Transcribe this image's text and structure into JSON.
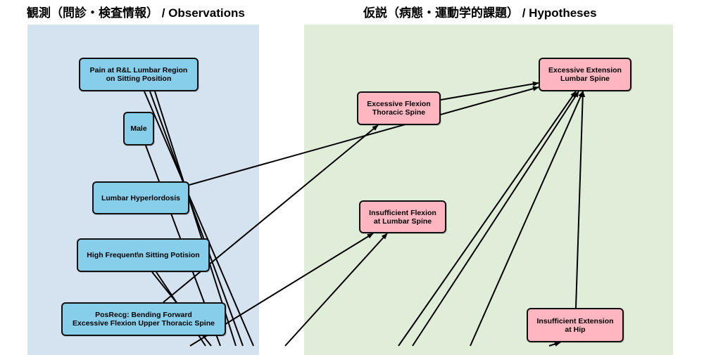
{
  "headers": {
    "observations": "観測（問診・検査情報） / Observations",
    "hypotheses": "仮説（病態・運動学的課題） / Hypotheses"
  },
  "colors": {
    "observation_panel": "#d5e3f0",
    "hypothesis_panel": "#e0edd8",
    "observation_node": "#87ceeb",
    "hypothesis_node": "#ffb6c1",
    "edge": "#000000"
  },
  "observations": [
    {
      "id": "pain",
      "label": "Pain at R&L Lumbar Region\non Sitting Position"
    },
    {
      "id": "male",
      "label": "Male"
    },
    {
      "id": "hyperlordosis",
      "label": "Lumbar Hyperlordosis"
    },
    {
      "id": "sitting",
      "label": "High Frequent\\n Sitting Potision"
    },
    {
      "id": "posrecg",
      "label": "PosRecg: Bending Forward\nExcessive Flexion Upper Thoracic Spine"
    }
  ],
  "hypotheses": [
    {
      "id": "ext_lumbar",
      "label": "Excessive Extension\nLumbar Spine"
    },
    {
      "id": "flex_thoracic",
      "label": "Excessive Flexion\nThoracic Spine"
    },
    {
      "id": "insuf_flex_lumbar",
      "label": "Insufficient Flexion\nat  Lumbar Spine"
    },
    {
      "id": "insuf_ext_hip",
      "label": "Insufficient Extension\nat  Hip"
    }
  ],
  "edges": [
    {
      "from": "hyperlordosis",
      "to": "ext_lumbar"
    },
    {
      "from": "flex_thoracic",
      "to": "ext_lumbar"
    },
    {
      "from": "posrecg",
      "to": "flex_thoracic"
    },
    {
      "from": "posrecg",
      "to": "insuf_flex_lumbar"
    },
    {
      "from": "offscreen_1",
      "to": "insuf_flex_lumbar"
    },
    {
      "from": "offscreen_2",
      "to": "ext_lumbar"
    },
    {
      "from": "offscreen_3",
      "to": "ext_lumbar"
    },
    {
      "from": "offscreen_4",
      "to": "ext_lumbar"
    },
    {
      "from": "insuf_ext_hip",
      "to": "ext_lumbar"
    },
    {
      "from": "offscreen_5",
      "to": "insuf_ext_hip"
    },
    {
      "from": "pain",
      "to": "offscreen_6"
    },
    {
      "from": "pain",
      "to": "offscreen_7"
    },
    {
      "from": "pain",
      "to": "offscreen_8"
    },
    {
      "from": "male",
      "to": "offscreen_9"
    },
    {
      "from": "sitting",
      "to": "offscreen_10"
    },
    {
      "from": "sitting",
      "to": "offscreen_11"
    }
  ]
}
